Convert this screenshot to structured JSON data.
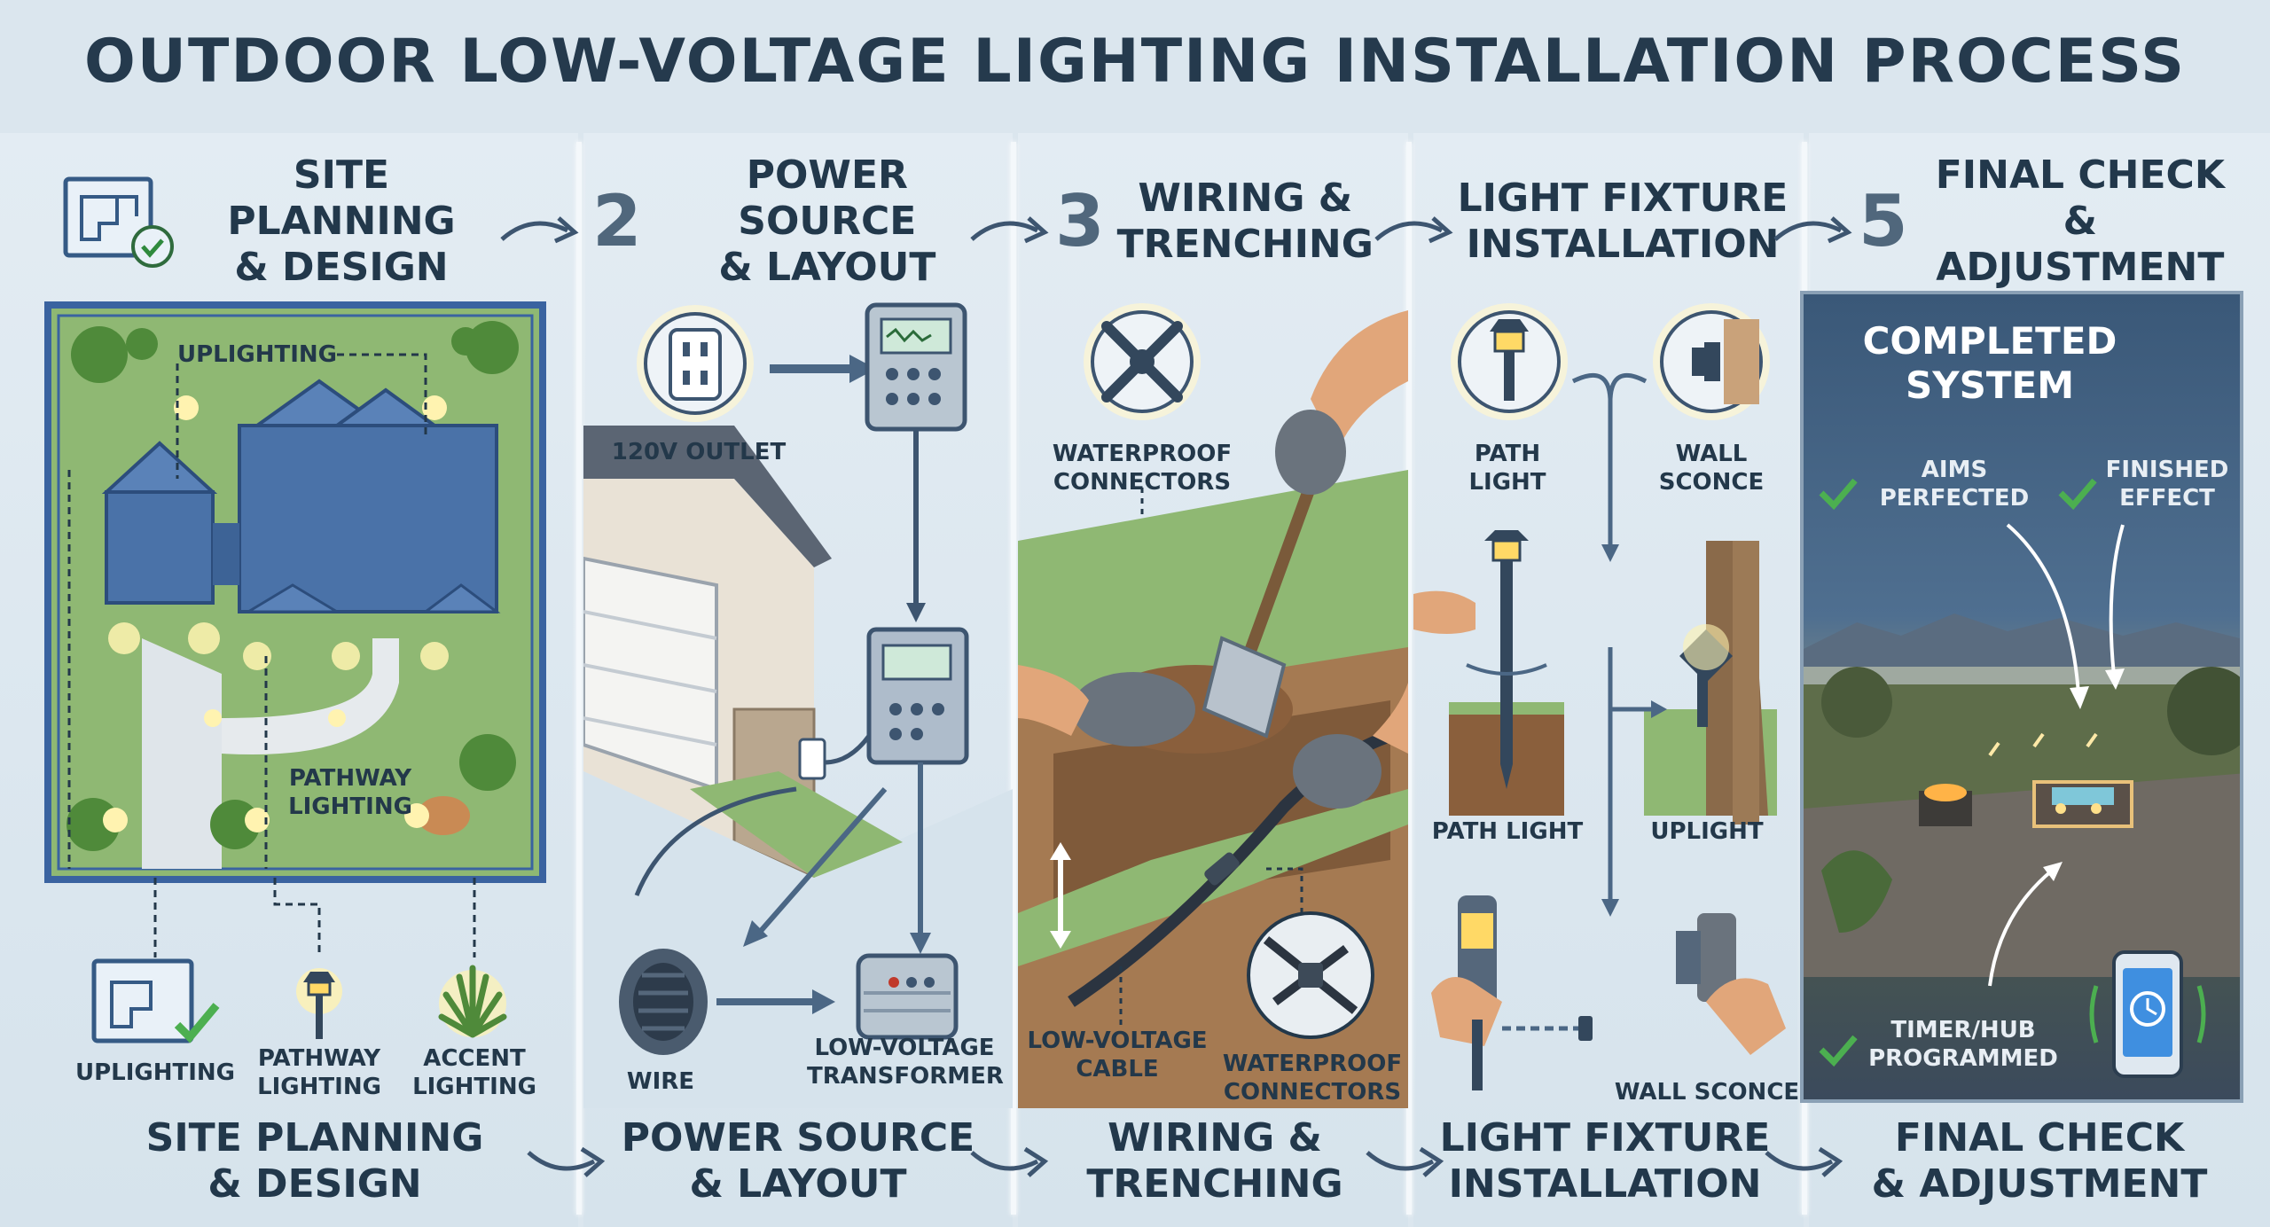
{
  "title": "OUTDOOR LOW-VOLTAGE LIGHTING INSTALLATION PROCESS",
  "steps": [
    {
      "number": "",
      "heading_line1": "SITE PLANNING",
      "heading_line2": "& DESIGN",
      "bottom_line1": "SITE PLANNING",
      "bottom_line2": "& DESIGN"
    },
    {
      "number": "2",
      "heading_line1": "POWER SOURCE",
      "heading_line2": "& LAYOUT",
      "bottom_line1": "POWER SOURCE",
      "bottom_line2": "& LAYOUT"
    },
    {
      "number": "3",
      "heading_line1": "WIRING &",
      "heading_line2": "TRENCHING",
      "bottom_line1": "WIRING &",
      "bottom_line2": "TRENCHING"
    },
    {
      "number": "",
      "heading_line1": "LIGHT FIXTURE",
      "heading_line2": "INSTALLATION",
      "bottom_line1": "LIGHT FIXTURE",
      "bottom_line2": "INSTALLATION"
    },
    {
      "number": "5",
      "heading_line1": "FINAL CHECK",
      "heading_line2": "& ADJUSTMENT",
      "bottom_line1": "FINAL CHECK",
      "bottom_line2": "& ADJUSTMENT"
    }
  ],
  "plan_labels": {
    "uplighting": "UPLIGHTING",
    "pathway_line1": "PATHWAY",
    "pathway_line2": "LIGHTING"
  },
  "legend": [
    {
      "icon": "blueprint-icon",
      "line1": "UPLIGHTING",
      "line2": ""
    },
    {
      "icon": "path-light-icon",
      "line1": "PATHWAY",
      "line2": "LIGHTING"
    },
    {
      "icon": "plant-icon",
      "line1": "ACCENT",
      "line2": "LIGHTING"
    }
  ],
  "power_labels": {
    "outlet": "120V OUTLET",
    "wire": "WIRE",
    "transformer_line1": "LOW-VOLTAGE",
    "transformer_line2": "TRANSFORMER"
  },
  "wiring_labels": {
    "connectors_top_line1": "WATERPROOF",
    "connectors_top_line2": "CONNECTORS",
    "cable_line1": "LOW-VOLTAGE",
    "cable_line2": "CABLE",
    "connectors_bottom_line1": "WATERPROOF",
    "connectors_bottom_line2": "CONNECTORS"
  },
  "fixture_labels": {
    "path_light_line1": "PATH",
    "path_light_line2": "LIGHT",
    "wall_sconce_line1": "WALL",
    "wall_sconce_line2": "SCONCE",
    "path_light_install": "PATH LIGHT",
    "uplight_install": "UPLIGHT",
    "wall_sconce_install": "WALL SCONCE"
  },
  "final_labels": {
    "completed_line1": "COMPLETED",
    "completed_line2": "SYSTEM",
    "aims_line1": "AIMS",
    "aims_line2": "PERFECTED",
    "finished_line1": "FINISHED",
    "finished_line2": "EFFECT",
    "timer_line1": "TIMER/HUB",
    "timer_line2": "PROGRAMMED"
  },
  "colors": {
    "background": "#dbe6ee",
    "text": "#22384b",
    "roof": "#4a72a8",
    "grass": "#8fb873",
    "check": "#4caf50",
    "glow": "#fff3b0",
    "dark_panel": "#3a5878"
  }
}
